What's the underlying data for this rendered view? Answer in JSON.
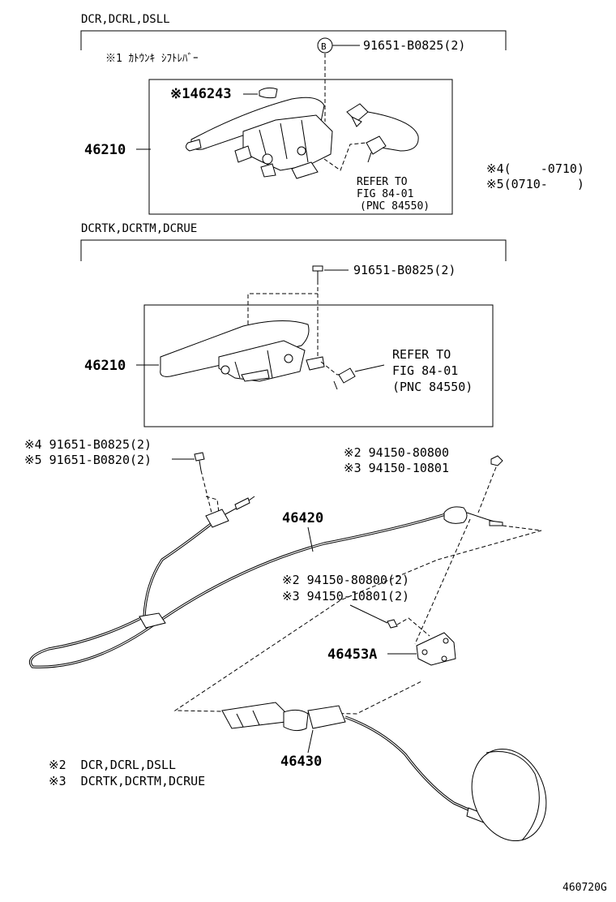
{
  "section1": {
    "header": "DCR,DCRL,DSLL",
    "note1": "※1 ｶﾄｳﾝｷ ｼﾌﾄﾚﾊﾞｰ",
    "bolt_label": "91651-B0825(2)",
    "part_46243": "※146243",
    "part_46210": "46210",
    "refer_line1": "REFER TO",
    "refer_line2": "FIG 84-01",
    "refer_line3": "(PNC 84550)"
  },
  "side_notes": {
    "note4": "※4(    -0710)",
    "note5": "※5(0710-    )"
  },
  "section2": {
    "header": "DCRTK,DCRTM,DCRUE",
    "bolt_label": "91651-B0825(2)",
    "part_46210": "46210",
    "refer_line1": "REFER TO",
    "refer_line2": "FIG 84-01",
    "refer_line3": "(PNC 84550)"
  },
  "section3": {
    "bolt_left_1": "※4 91651-B0825(2)",
    "bolt_left_2": "※5 91651-B0820(2)",
    "nut_right_1": "※2 94150-80800",
    "nut_right_2": "※3 94150-10801",
    "part_46420": "46420",
    "nut_mid_1": "※2 94150-80800(2)",
    "nut_mid_2": "※3 94150-10801(2)",
    "part_46453A": "46453A",
    "part_46430": "46430"
  },
  "legend": {
    "line1": "※2  DCR,DCRL,DSLL",
    "line2": "※3  DCRTK,DCRTM,DCRUE"
  },
  "figure_code": "460720G"
}
